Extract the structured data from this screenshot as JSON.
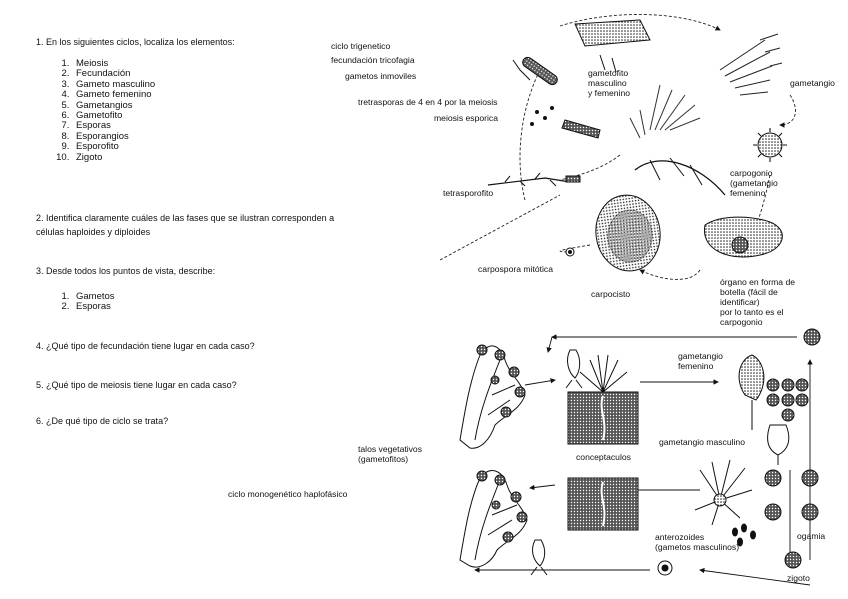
{
  "questions": {
    "q1": "1. En los siguientes ciclos, localiza los elementos:",
    "elements": [
      "Meiosis",
      "Fecundación",
      "Gameto masculino",
      "Gameto femenino",
      "Gametangios",
      "Gametofito",
      "Esporas",
      "Esporangios",
      "Esporofito",
      "Zigoto"
    ],
    "q2_line1": "2. Identifica claramente cuáles de las fases que se ilustran corresponden a",
    "q2_line2": "células haploides y diploides",
    "q3": "3. Desde todos los puntos de vista, describe:",
    "q3_items": [
      "Gametos",
      "Esporas"
    ],
    "q4": "4. ¿Qué tipo de fecundación tiene lugar en cada caso?",
    "q5": "5. ¿Qué tipo de meiosis tiene lugar en cada caso?",
    "q6": "6. ¿De qué tipo de ciclo se trata?"
  },
  "upper_cycle": {
    "trigenetico": "ciclo trigenetico",
    "tricofagia": "fecundación tricofagia",
    "inmoviles": "gametos inmoviles",
    "tetrasporas": "tretrasporas de 4 en 4 por la meiosis",
    "esporica": "meiosis esporica",
    "gametofito": "gametofito\nmasculino\ny femenino",
    "gametangio": "gametangio",
    "carpogonio": "carpogonio\n(gametangio\nfemenino",
    "tetrasporofito": "tetrasporofito",
    "carpospora": "carpospora mitótica",
    "carpocisto": "carpocisto",
    "organo": "órgano en forma de\nbotella (fácil de\nidentificar)\npor lo tanto es el\ncarpogonio"
  },
  "lower_cycle": {
    "gametangio_femenino": "gametangio\nfemenino",
    "gametangio_masculino": "gametangio masculino",
    "talos": "talos vegetativos\n(gametofitos)",
    "conceptaculos": "conceptaculos",
    "monogenetico": "ciclo monogenético haplofásico",
    "anterozoides": "anterozoides\n(gametos masculinos)",
    "ogamia": "ogamia",
    "zigoto": "zigoto"
  }
}
